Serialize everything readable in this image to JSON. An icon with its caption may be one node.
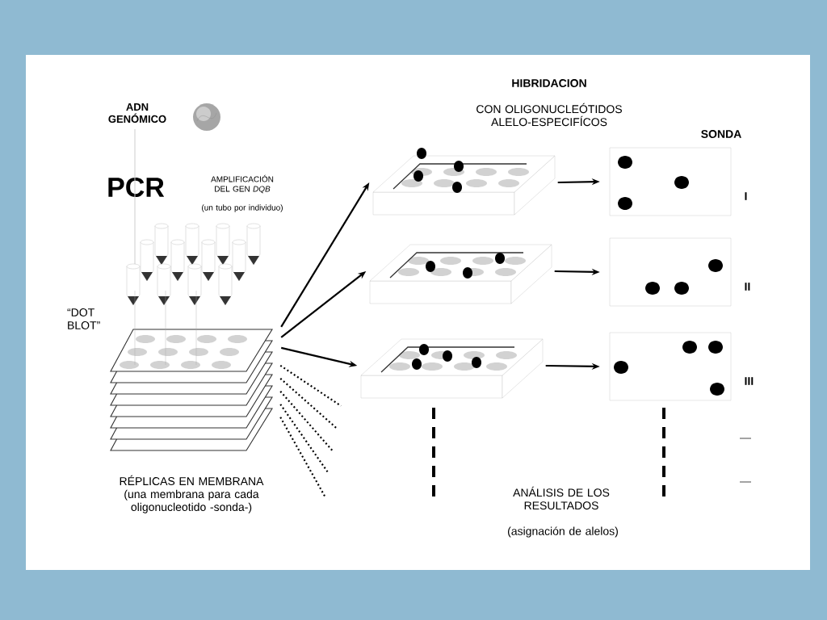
{
  "diagram": {
    "nodes": [
      {
        "text": [
          "RÉPLICAS EN MEMBRANA",
          "(una membrana para cada oligonucleotido -sonda-)"
        ],
        "beside": [
          "“DOT BLOT”"
        ]
      },
      {
        "text": [],
        "shape": "box"
      },
      {
        "text": [],
        "shape": "box"
      },
      {
        "text": [],
        "shape": "box"
      },
      {
        "text": [],
        "shape": "box",
        "beside": [
          "I"
        ]
      },
      {
        "text": [],
        "shape": "box",
        "beside": [
          "II"
        ]
      },
      {
        "text": [],
        "shape": "box",
        "beside": [
          "III"
        ]
      }
    ],
    "edges": [
      {
        "from": 0,
        "to": 1,
        "arrow": "to"
      },
      {
        "from": 0,
        "to": 2,
        "arrow": "to"
      },
      {
        "from": 0,
        "to": 3,
        "arrow": "to"
      },
      {
        "from": 0,
        "to": null,
        "arrow": "none",
        "style": "dashed"
      },
      {
        "from": 0,
        "to": null,
        "arrow": "none",
        "style": "dashed"
      },
      {
        "from": 0,
        "to": null,
        "arrow": "none",
        "style": "dashed"
      },
      {
        "from": 0,
        "to": null,
        "arrow": "none",
        "style": "dashed"
      },
      {
        "from": 0,
        "to": null,
        "arrow": "none",
        "style": "dashed"
      },
      {
        "from": 1,
        "to": 4,
        "arrow": "to"
      },
      {
        "from": 2,
        "to": 5,
        "arrow": "to"
      },
      {
        "from": 3,
        "to": 6,
        "arrow": "to"
      }
    ],
    "labels": [
      "ADN GENÓMICO",
      "PCR",
      "AMPLIFICACIÓN DEL GEN *DQB*",
      "(un tubo por individuo)",
      "HIBRIDACION",
      "CON OLIGONUCLEÓTIDOS ALELO-ESPECIFÍCOS",
      "SONDA",
      "ANÁLISIS DE LOS RESULTADOS",
      "(asignación de alelos)"
    ]
  }
}
